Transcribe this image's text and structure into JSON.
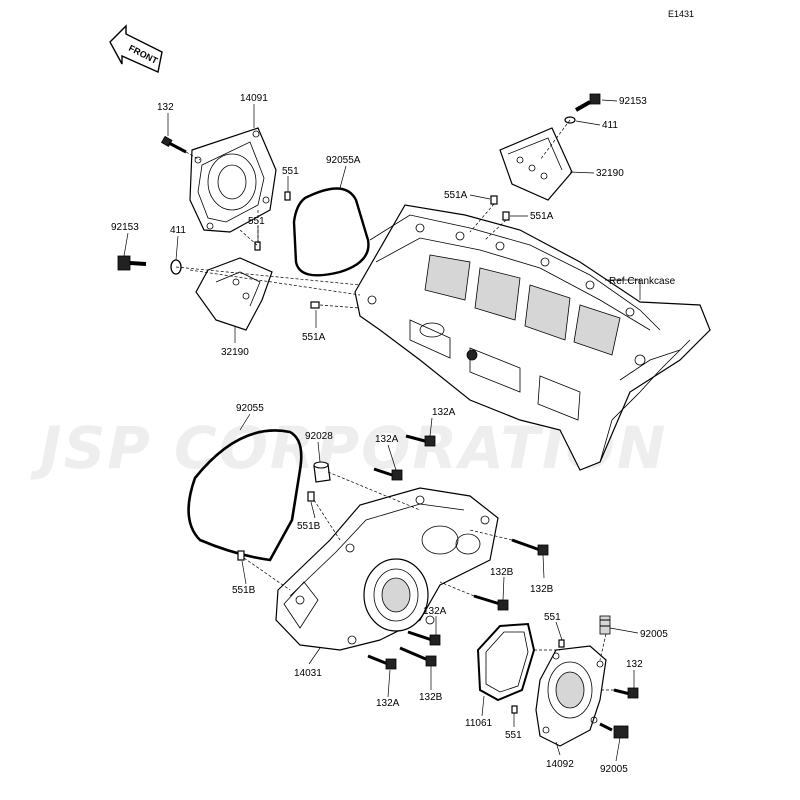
{
  "diagram": {
    "code": "E1431",
    "watermark": "JSP CORPORATION",
    "front_label": "FRONT",
    "labels": {
      "p132_a": "132",
      "p14091": "14091",
      "p92153_top": "92153",
      "p411_top": "411",
      "p32190_top": "32190",
      "p92055A": "92055A",
      "p551_a": "551",
      "p551_b": "551",
      "p551A_a": "551A",
      "p551A_b": "551A",
      "p551A_c": "551A",
      "p92153_left": "92153",
      "p411_left": "411",
      "p32190_left": "32190",
      "ref_crankcase": "Ref.Crankcase",
      "p92055": "92055",
      "p92028": "92028",
      "p132A_a": "132A",
      "p132A_b": "132A",
      "p551B_a": "551B",
      "p551B_b": "551B",
      "p132B_a": "132B",
      "p132B_b": "132B",
      "p132A_c": "132A",
      "p551_c": "551",
      "p92005_a": "92005",
      "p132_b": "132",
      "p14031": "14031",
      "p132A_d": "132A",
      "p132B_c": "132B",
      "p11061": "11061",
      "p551_d": "551",
      "p14092": "14092",
      "p92005_b": "92005"
    }
  }
}
